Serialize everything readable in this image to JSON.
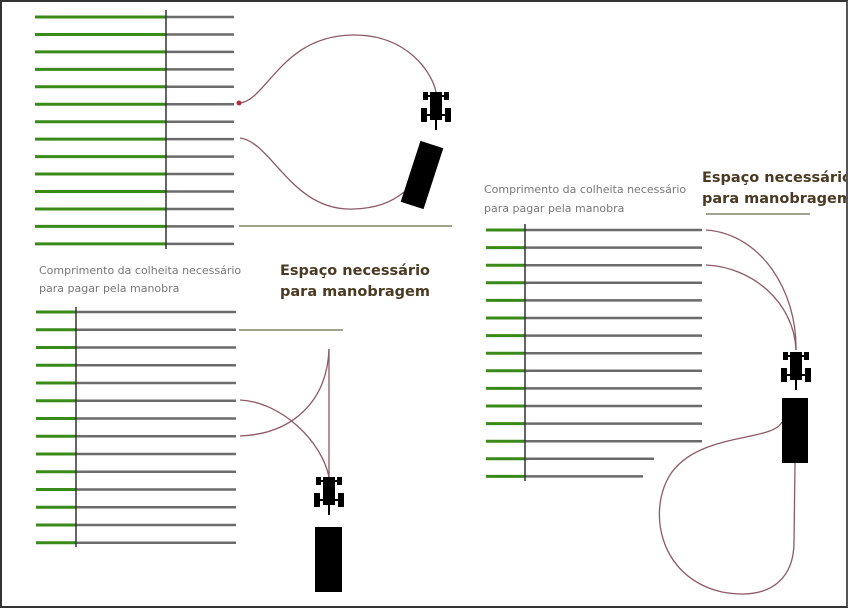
{
  "colors": {
    "crop": "#3a8a1a",
    "harvested": "#6b6b6b",
    "path": "#8c5a66",
    "title": "#4a3a22"
  },
  "panels": {
    "bottom_left": {
      "caption_line1": "Comprimento da colheita necessário",
      "caption_line2": "para pagar pela manobra",
      "title_line1": "Espaço necessário",
      "title_line2": "para manobragem"
    },
    "right": {
      "caption_line1": "Comprimento da colheita necessário",
      "caption_line2": "para pagar pela manobra",
      "title_line1": "Espaço necessário",
      "title_line2": "para manobragem"
    }
  }
}
